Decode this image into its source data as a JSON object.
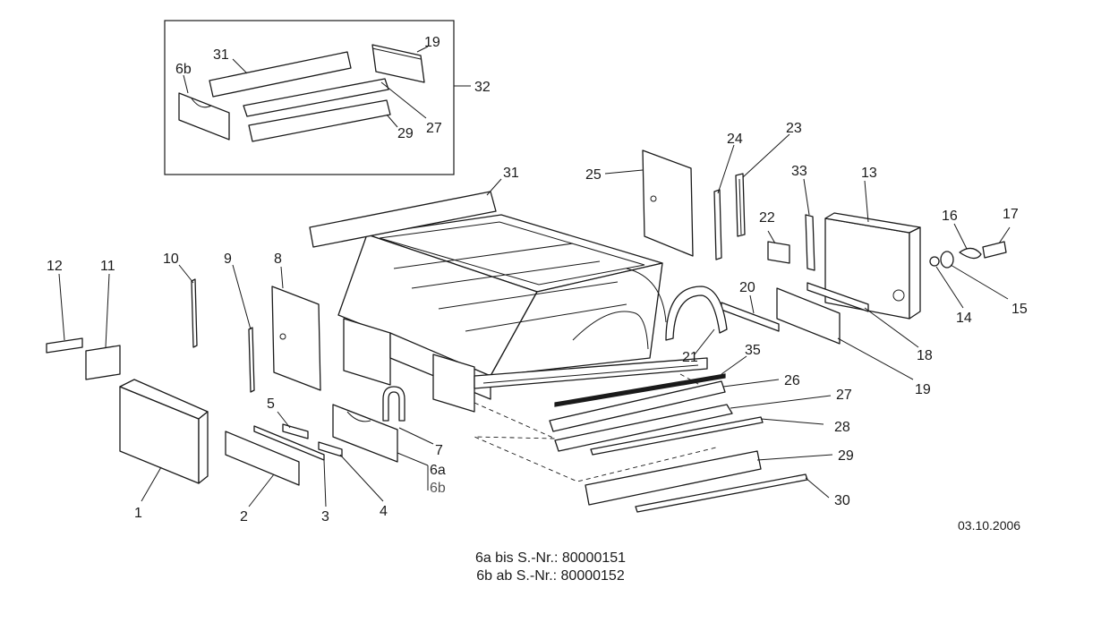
{
  "callouts": {
    "c1": "1",
    "c2": "2",
    "c3": "3",
    "c4": "4",
    "c5": "5",
    "c6a": "6a",
    "c6b": "6b",
    "c7": "7",
    "c8": "8",
    "c9": "9",
    "c10": "10",
    "c11": "11",
    "c12": "12",
    "c13": "13",
    "c14": "14",
    "c15": "15",
    "c16": "16",
    "c17": "17",
    "c18": "18",
    "c19": "19",
    "c20": "20",
    "c21": "21",
    "c22": "22",
    "c23": "23",
    "c24": "24",
    "c25": "25",
    "c26": "26",
    "c27": "27",
    "c28": "28",
    "c29": "29",
    "c30": "30",
    "c31": "31",
    "c33": "33",
    "c35": "35"
  },
  "inset": {
    "c6b": "6b",
    "c19": "19",
    "c27": "27",
    "c29": "29",
    "c31": "31",
    "c32": "32"
  },
  "date": "03.10.2006",
  "notes": {
    "line1": "6a bis S.-Nr.: 80000151",
    "line2": "6b ab S.-Nr.: 80000152"
  }
}
